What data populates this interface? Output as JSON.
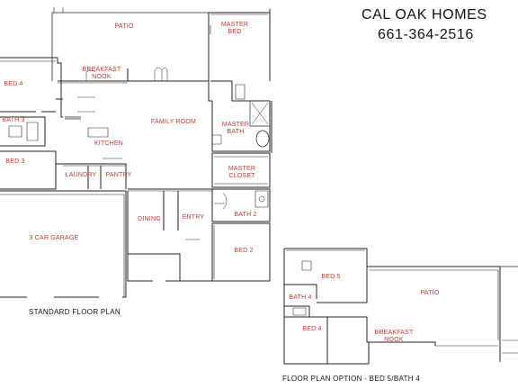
{
  "company": {
    "name": "CAL OAK HOMES",
    "phone": "661-364-2516"
  },
  "captions": {
    "standard": "STANDARD FLOOR  PLAN",
    "option": "FLOOR PLAN OPTION - BED 5/BATH 4"
  },
  "rooms": {
    "patio": "PATIO",
    "master_bed": "MASTER\nBED",
    "bed4": "BED 4",
    "breakfast_nook": "BREAKFAST\nNOOK",
    "bath3": "BATH 3",
    "family_room": "FAMILY ROOM",
    "master_bath": "MASTER\nBATH",
    "kitchen": "KITCHEN",
    "bed3": "BED 3",
    "master_closet": "MASTER\nCLOSET",
    "laundry": "LAUNDRY",
    "pantry": "PANTRY",
    "bath2": "BATH 2",
    "dining": "DINING",
    "entry": "ENTRY",
    "garage": "3 CAR GARAGE",
    "bed2": "BED 2"
  },
  "option_rooms": {
    "bed5": "BED 5",
    "patio": "PATIO",
    "bath4": "BATH 4",
    "bed4": "BED 4",
    "breakfast_nook": "BREAKFAST\nNOOK"
  },
  "colors": {
    "wall": "#222222",
    "room_label": "#c0392b",
    "fixture": "#555555"
  }
}
